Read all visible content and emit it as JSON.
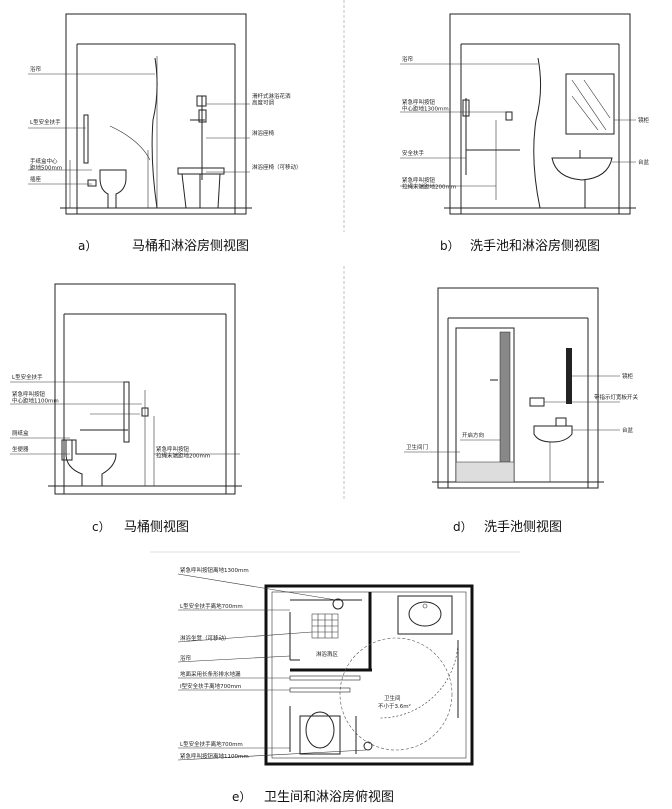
{
  "panels": {
    "a": {
      "caption_letter": "a）",
      "caption": "马桶和淋浴房侧视图",
      "labels": {
        "shower_head": "浴帘",
        "l_grab_bar": "L型安全扶手",
        "paper_holder": "手纸盒中心\n距地500mm",
        "flush_valve": "插座",
        "lift_shower": "滑杆式淋浴花洒\n高度可调",
        "soap_niche": "淋浴座椅",
        "shower_seat": "淋浴座椅（可移动）"
      }
    },
    "b": {
      "caption_letter": "b）",
      "caption": "洗手池和淋浴房侧视图",
      "labels": {
        "curtain": "浴帘",
        "emergency": "紧急呼叫按钮\n中心距地1300mm",
        "safety_f": "安全扶手",
        "emergency_low": "紧急呼叫按钮\n拉绳末端距地200mm",
        "mirror": "镜柜",
        "basin": "台盆"
      }
    },
    "c": {
      "caption_letter": "c）",
      "caption": "马桶侧视图",
      "labels": {
        "l_grab_bar": "L型安全扶手",
        "emergency": "紧急呼叫按钮\n中心距地1100mm",
        "paper": "厕纸盒",
        "toilet": "坐便器",
        "emergency_low": "紧急呼叫按钮\n拉绳末端距地200mm"
      }
    },
    "d": {
      "caption_letter": "d）",
      "caption": "洗手池侧视图",
      "labels": {
        "mirror": "镜柜",
        "switch": "带指示灯宽板开关",
        "basin": "台盆",
        "door": "卫生间门",
        "open_dir": "开启方向"
      }
    },
    "e": {
      "caption_letter": "e）",
      "caption": "卫生间和淋浴房俯视图",
      "labels": {
        "emergency_1300": "紧急呼叫按钮离地1300mm",
        "l_bar_700": "L型安全扶手离地700mm",
        "seat": "淋浴坐凳（可移动）",
        "curtain": "浴帘",
        "floor_drain": "地面采用长条形排水地漏",
        "i_bar_700": "I型安全扶手离地700mm",
        "l_bar_700b": "L型安全扶手离地700mm",
        "emergency_1100": "紧急呼叫按钮离地1100mm",
        "shower_area": "淋浴溅区",
        "room_label": "卫生间",
        "room_size": "不小于3.6m²"
      }
    }
  }
}
